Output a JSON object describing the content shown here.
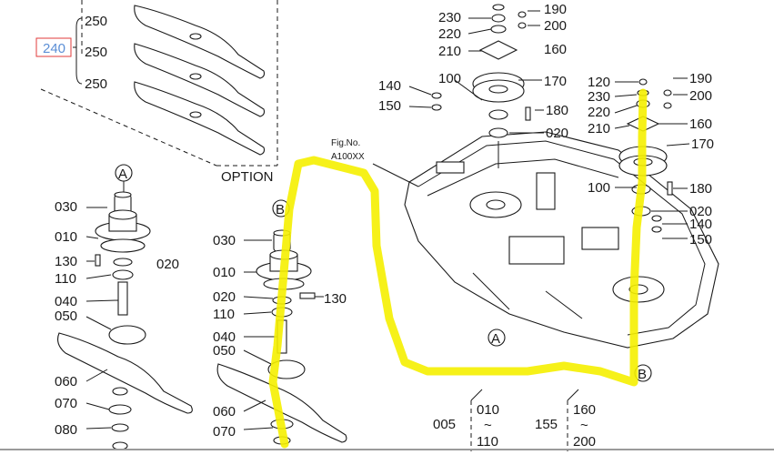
{
  "option_box": {
    "labels": [
      "250",
      "250",
      "250"
    ],
    "selected_label": "240",
    "caption": "OPTION"
  },
  "callouts": {
    "a": "A",
    "b": "B"
  },
  "left_stack_a": [
    "030",
    "010",
    "130",
    "110",
    "040",
    "050",
    "060",
    "070",
    "080"
  ],
  "left_stack_a_side": "020",
  "left_stack_b": [
    "030",
    "010",
    "020",
    "110",
    "040",
    "050",
    "060",
    "070"
  ],
  "left_stack_b_side": "130",
  "top_spindle": {
    "labels_left": [
      "230",
      "220",
      "210"
    ],
    "labels_right_top": [
      "190",
      "200"
    ],
    "label_160": "160",
    "label_170": "170",
    "label_180": "180",
    "label_020": "020",
    "label_100": "100",
    "label_140": "140",
    "label_150": "150"
  },
  "right_spindle": {
    "labels_left": [
      "120",
      "230",
      "220",
      "210"
    ],
    "labels_right": [
      "190",
      "200",
      "160",
      "170"
    ],
    "label_100": "100",
    "label_180": "180",
    "label_020": "020",
    "label_140": "140",
    "label_150": "150"
  },
  "fig_ref": {
    "line1": "Fig.No.",
    "line2": "A100XX"
  },
  "bottom_refs": {
    "ref_005": "005",
    "ref_010": "010",
    "ref_110": "110",
    "ref_155": "155",
    "ref_160": "160",
    "ref_200": "200",
    "tilde": "~"
  },
  "colors": {
    "highlight": "#f5f000",
    "selection_box": "#e23b3b",
    "selection_text": "#5c8fd6"
  }
}
